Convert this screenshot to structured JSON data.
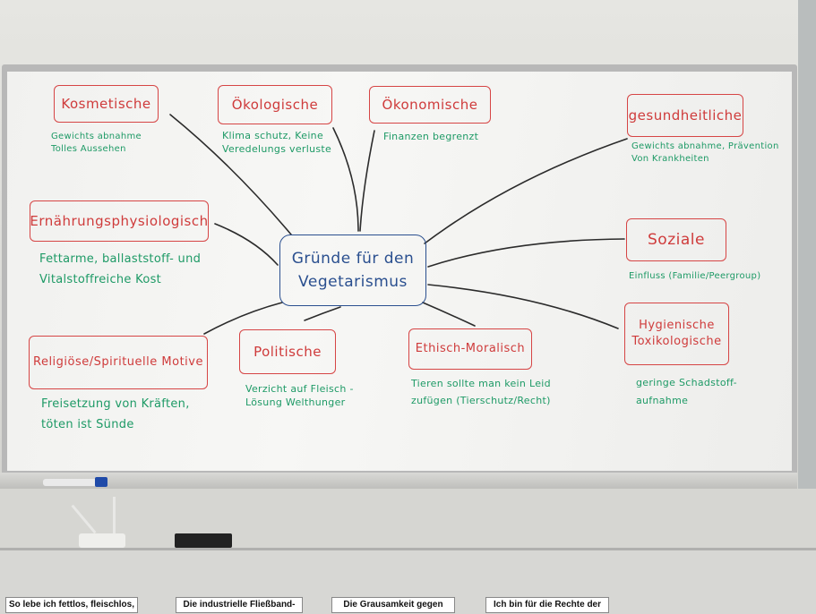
{
  "center": {
    "line1": "Gründe für den",
    "line2": "Vegetarismus"
  },
  "categories": [
    {
      "id": "kosmetische",
      "title": "Kosmetische",
      "note1": "Gewichts abnahme",
      "note2": "Tolles Aussehen"
    },
    {
      "id": "oekologische",
      "title": "Ökologische",
      "note1": "Klima schutz, Keine",
      "note2": "Veredelungs verluste"
    },
    {
      "id": "oekonomische",
      "title": "Ökonomische",
      "note1": "Finanzen begrenzt",
      "note2": ""
    },
    {
      "id": "gesundheitliche",
      "title": "gesundheitliche",
      "note1": "Gewichts abnahme, Prävention",
      "note2": "Von Krankheiten"
    },
    {
      "id": "ernaehrung",
      "title": "Ernährungsphysiologisch",
      "note1": "Fettarme, ballaststoff- und",
      "note2": "Vitalstoffreiche Kost"
    },
    {
      "id": "soziale",
      "title": "Soziale",
      "note1": "Einfluss (Familie/Peergroup)",
      "note2": ""
    },
    {
      "id": "religioese",
      "title": "Religiöse/Spirituelle Motive",
      "note1": "Freisetzung von Kräften,",
      "note2": "töten ist Sünde"
    },
    {
      "id": "politische",
      "title": "Politische",
      "note1": "Verzicht auf Fleisch -",
      "note2": "Lösung Welthunger"
    },
    {
      "id": "ethisch",
      "title": "Ethisch-Moralisch",
      "note1": "Tieren sollte man kein Leid",
      "note2": "zufügen (Tierschutz/Recht)"
    },
    {
      "id": "hygienische",
      "title": "Hygienische",
      "title2": "Toxikologische",
      "note1": "geringe Schadstoff-",
      "note2": "aufnahme"
    }
  ],
  "posters": [
    {
      "text": "So lebe ich fettlos, fleischlos,"
    },
    {
      "text": "Die industrielle Fließband-"
    },
    {
      "text": "Die Grausamkeit gegen"
    },
    {
      "text": "Ich bin für die Rechte der"
    }
  ],
  "colors": {
    "red": "#d64545",
    "blue": "#2a4f8f",
    "green": "#1e9a66",
    "line": "#2b2b2b"
  }
}
